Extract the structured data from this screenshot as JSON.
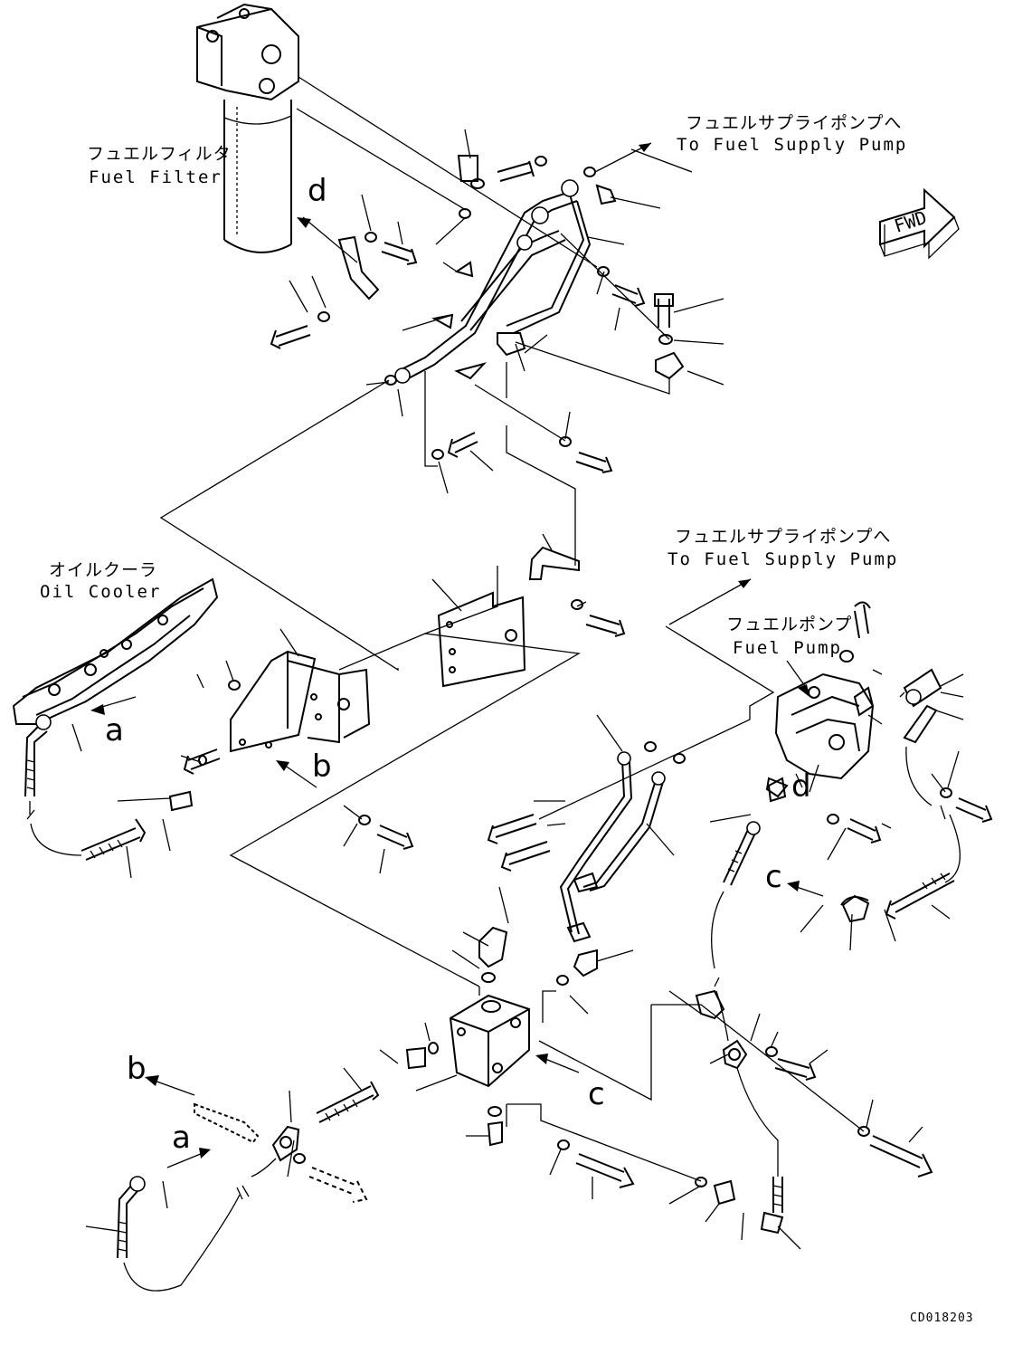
{
  "labels": {
    "fuel_filter_jp": "フュエルフィルタ",
    "fuel_filter_en": "Fuel Filter",
    "supply_pump_top_jp": "フュエルサプライポンプへ",
    "supply_pump_top_en": "To Fuel Supply Pump",
    "supply_pump_mid_jp": "フュエルサプライポンプへ",
    "supply_pump_mid_en": "To Fuel Supply Pump",
    "oil_cooler_jp": "オイルクーラ",
    "oil_cooler_en": "Oil Cooler",
    "fuel_pump_jp": "フュエルポンプ",
    "fuel_pump_en": "Fuel Pump",
    "fwd": "FWD",
    "drawing_code": "CD018203"
  },
  "callouts": {
    "d_top": "d",
    "a_left": "a",
    "b_mid": "b",
    "d_pump": "d",
    "c_right": "c",
    "b_bottom": "b",
    "a_bottom": "a",
    "c_bottom": "c"
  },
  "colors": {
    "line": "#000000",
    "background": "#ffffff"
  }
}
